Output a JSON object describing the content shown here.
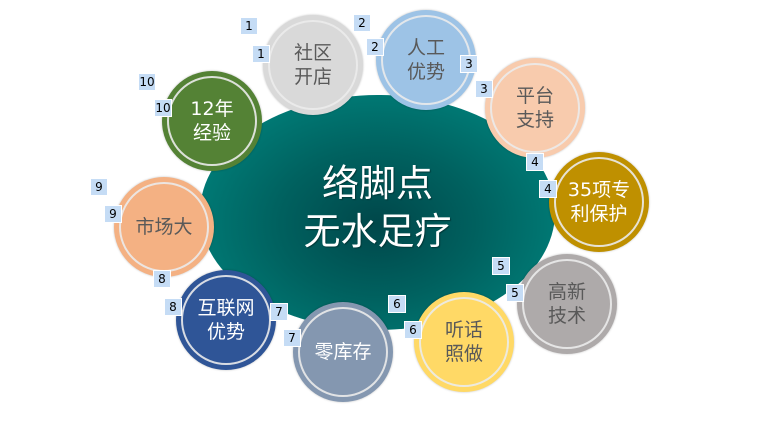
{
  "center": {
    "line1": "络脚点",
    "line2": "无水足疗"
  },
  "items": [
    {
      "number": "1",
      "label": "社区\n开店",
      "color": "#d9d9d9",
      "text_color": "#595959"
    },
    {
      "number": "2",
      "label": "人工\n优势",
      "color": "#9dc3e6",
      "text_color": "#595959"
    },
    {
      "number": "3",
      "label": "平台\n支持",
      "color": "#f8cbad",
      "text_color": "#595959"
    },
    {
      "number": "4",
      "label": "35项专\n利保护",
      "color": "#bf9000",
      "text_color": "#ffffff"
    },
    {
      "number": "5",
      "label": "高新\n技术",
      "color": "#aeaaaa",
      "text_color": "#595959"
    },
    {
      "number": "6",
      "label": "听话\n照做",
      "color": "#ffd966",
      "text_color": "#595959"
    },
    {
      "number": "7",
      "label": "零库存",
      "color": "#8497b0",
      "text_color": "#ffffff"
    },
    {
      "number": "8",
      "label": "互联网\n优势",
      "color": "#2f5597",
      "text_color": "#ffffff"
    },
    {
      "number": "9",
      "label": "市场大",
      "color": "#f4b183",
      "text_color": "#595959"
    },
    {
      "number": "10",
      "label": "12年\n经验",
      "color": "#548235",
      "text_color": "#ffffff"
    }
  ]
}
